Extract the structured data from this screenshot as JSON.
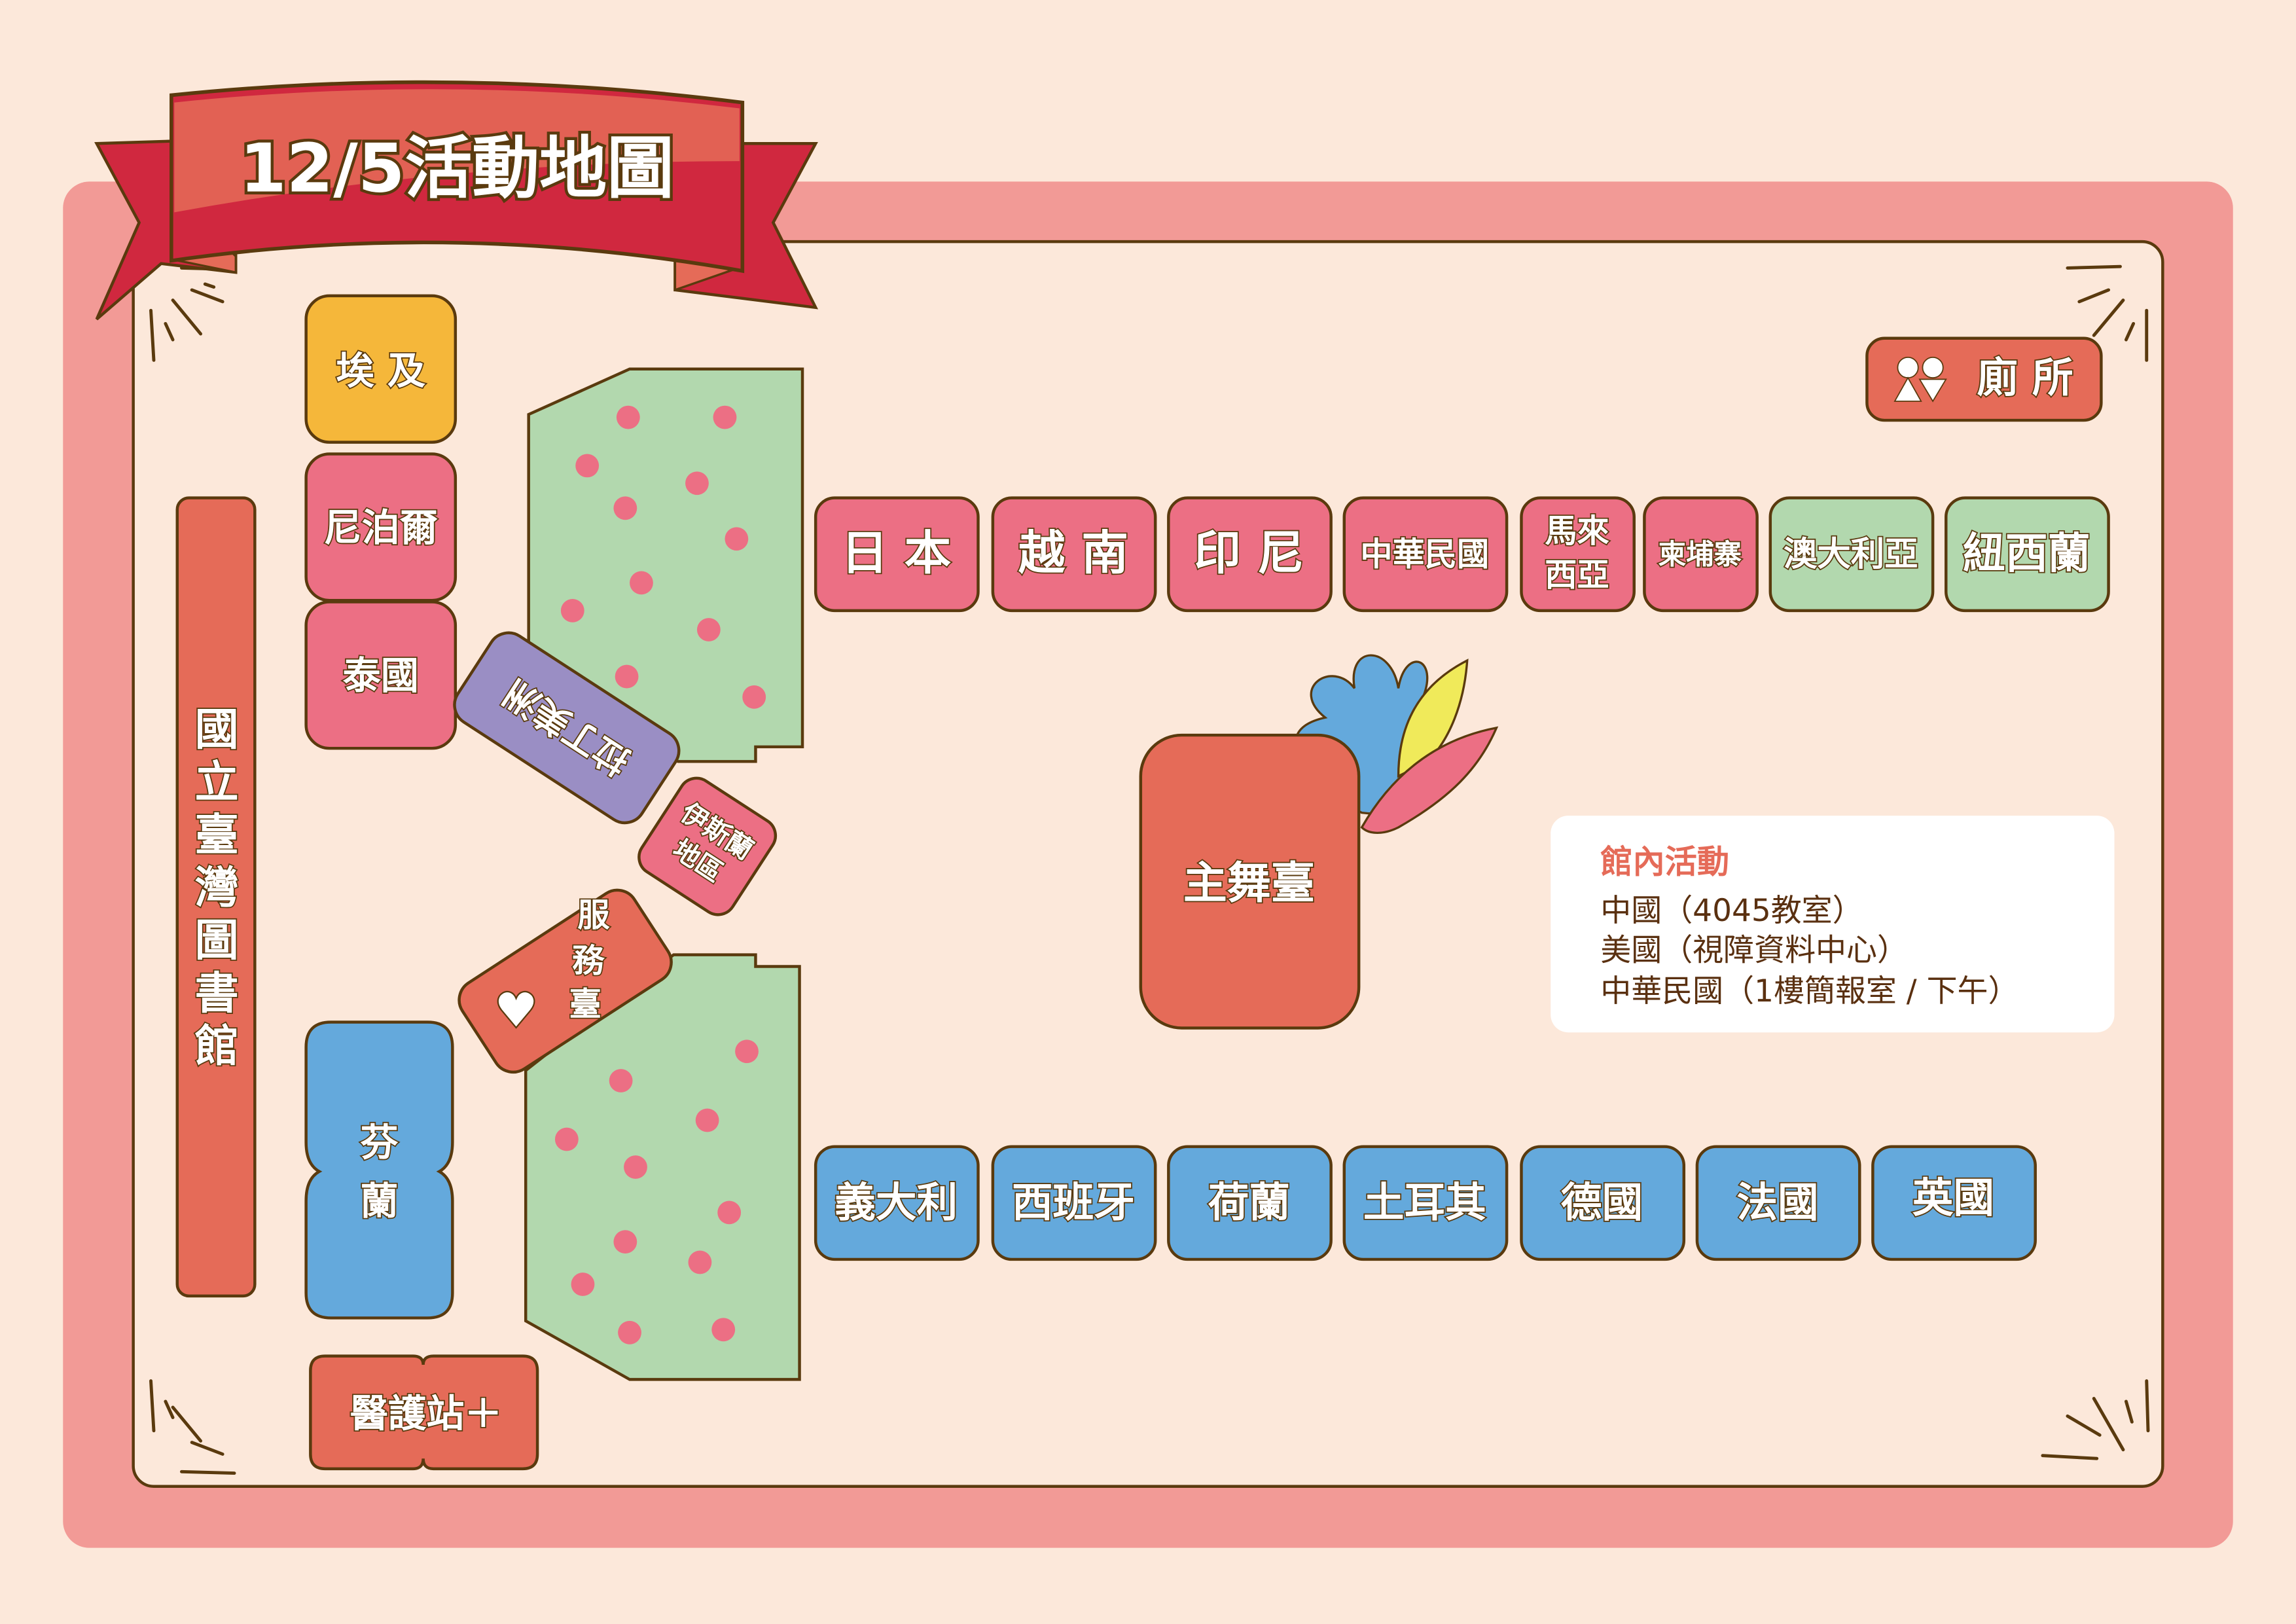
{
  "title": "12/5活動地圖",
  "colors": {
    "background": "#fce8da",
    "frame": "#f29a96",
    "frame_inner": "#fce8da",
    "outline": "#5a3a0e",
    "ribbon": "#d0283f",
    "ribbon_highlight": "#e56b58",
    "pink": "#ec6f84",
    "orange_red": "#e56b58",
    "yellow": "#f5b73a",
    "green": "#b2d8ae",
    "blue": "#64a9dc",
    "purple": "#9a8ec4",
    "white": "#ffffff"
  },
  "library": {
    "label": "國立臺灣圖書館"
  },
  "left_column": [
    {
      "label": "埃 及",
      "color": "yellow"
    },
    {
      "label": "尼泊爾",
      "color": "pink"
    },
    {
      "label": "泰國",
      "color": "pink"
    }
  ],
  "finland": {
    "label_line1": "芬",
    "label_line2": "蘭"
  },
  "medical": {
    "label": "醫護站＋"
  },
  "latin_america": {
    "label": "拉丁美洲"
  },
  "islamic": {
    "label_line1": "伊斯蘭",
    "label_line2": "地區"
  },
  "service_desk": {
    "label_line1": "服",
    "label_line2": "務",
    "label_line3": "臺",
    "icon": "heart-icon"
  },
  "restroom": {
    "label": "廁 所",
    "icon": "restroom-icon"
  },
  "top_row": [
    {
      "label": "日 本",
      "color": "pink"
    },
    {
      "label": "越 南",
      "color": "pink"
    },
    {
      "label": "印 尼",
      "color": "pink"
    },
    {
      "label": "中華民國",
      "color": "pink"
    },
    {
      "label_line1": "馬來",
      "label_line2": "西亞",
      "color": "pink"
    },
    {
      "label": "柬埔寨",
      "color": "pink"
    },
    {
      "label": "澳大利亞",
      "color": "green"
    },
    {
      "label": "紐西蘭",
      "color": "green"
    }
  ],
  "bottom_row": [
    {
      "label": "義大利",
      "color": "blue"
    },
    {
      "label": "西班牙",
      "color": "blue"
    },
    {
      "label": "荷蘭",
      "color": "blue"
    },
    {
      "label": "土耳其",
      "color": "blue"
    },
    {
      "label": "德國",
      "color": "blue"
    },
    {
      "label": "法國",
      "color": "blue"
    },
    {
      "label": "英國",
      "color": "blue"
    }
  ],
  "main_stage": {
    "label": "主舞臺"
  },
  "indoor_activities": {
    "title": "館內活動",
    "lines": [
      "中國（4045教室）",
      "美國（視障資料中心）",
      "中華民國（1樓簡報室 / 下午）"
    ]
  }
}
